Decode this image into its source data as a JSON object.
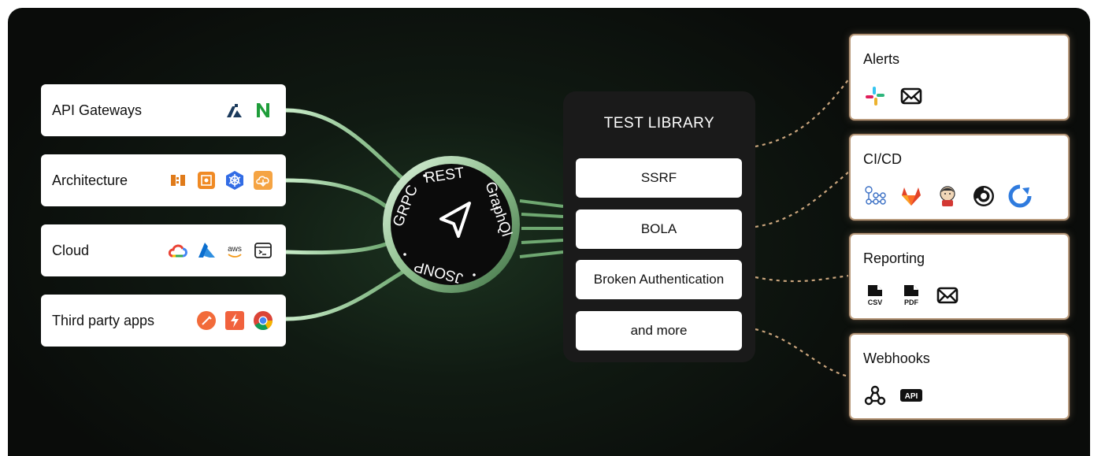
{
  "sources": [
    {
      "label": "API Gateways",
      "icons": [
        "kong-icon",
        "nginx-icon"
      ]
    },
    {
      "label": "Architecture",
      "icons": [
        "aws-api-gateway-icon",
        "aws-lambda-icon",
        "kubernetes-icon",
        "cloud-function-icon"
      ]
    },
    {
      "label": "Cloud",
      "icons": [
        "google-cloud-icon",
        "azure-icon",
        "aws-icon",
        "terminal-icon"
      ]
    },
    {
      "label": "Third party apps",
      "icons": [
        "postman-icon",
        "swagger-icon",
        "chrome-icon"
      ]
    }
  ],
  "hub": {
    "protocols": [
      "REST",
      "GraphQl",
      "JSONP",
      "GRPC"
    ],
    "center_icon": "navigation-arrow-icon"
  },
  "library": {
    "title": "TEST LIBRARY",
    "items": [
      "SSRF",
      "BOLA",
      "Broken Authentication",
      "and more"
    ]
  },
  "outputs": [
    {
      "label": "Alerts",
      "icons": [
        "slack-icon",
        "mail-icon"
      ]
    },
    {
      "label": "CI/CD",
      "icons": [
        "pipeline-icon",
        "gitlab-icon",
        "jenkins-icon",
        "circleci-icon",
        "azure-devops-icon"
      ]
    },
    {
      "label": "Reporting",
      "icons": [
        "csv-file-icon",
        "pdf-file-icon",
        "mail-icon"
      ]
    },
    {
      "label": "Webhooks",
      "icons": [
        "webhook-icon",
        "api-icon"
      ]
    }
  ],
  "icon_text": {
    "aws": "aws",
    "csv": "CSV",
    "pdf": "PDF",
    "api": "API"
  },
  "colors": {
    "background": "#0a0c0a",
    "connector_green": "#a8d9a8",
    "connector_dotted": "#c9a47c",
    "card_border_gold": "#b6987a",
    "library_bg": "#1a1a1a"
  }
}
